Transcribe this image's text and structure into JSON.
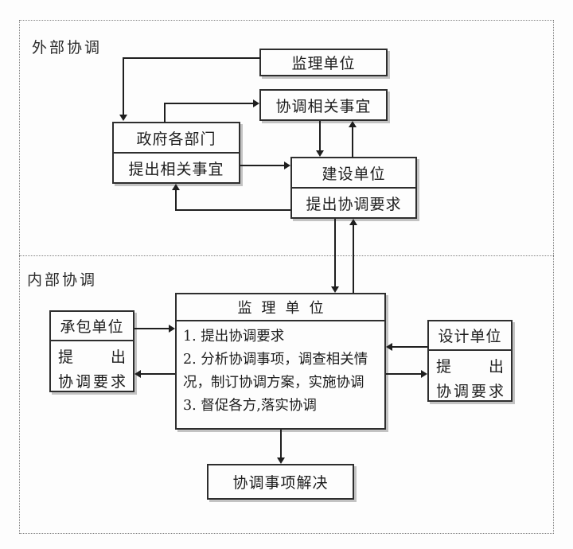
{
  "colors": {
    "background": "#fdfdfd",
    "box_border": "#2e2e2e",
    "line": "#1f1f1f",
    "shadow": "#c3c3c3",
    "dashed_frame": "#828282"
  },
  "sections": {
    "external": {
      "label": "外部协调"
    },
    "internal": {
      "label": "内部协调"
    }
  },
  "external": {
    "supervision_unit": {
      "title": "监理单位"
    },
    "coordinate_matters": {
      "title": "协调相关事宜"
    },
    "government": {
      "title": "政府各部门",
      "subtitle": "提出相关事宜"
    },
    "construction": {
      "title": "建设单位",
      "subtitle": "提出协调要求"
    }
  },
  "internal": {
    "contractor": {
      "title": "承包单位",
      "request_line1": "提出",
      "request_line2": "协调要求"
    },
    "supervision": {
      "title": "监理单位",
      "tasks": [
        "1. 提出协调要求",
        "2. 分析协调事项，调查相关情",
        "况，制订协调方案，实施协调",
        "3. 督促各方,落实协调"
      ]
    },
    "design": {
      "title": "设计单位",
      "request_line1": "提出",
      "request_line2": "协调要求"
    },
    "resolution": {
      "title": "协调事项解决"
    }
  }
}
